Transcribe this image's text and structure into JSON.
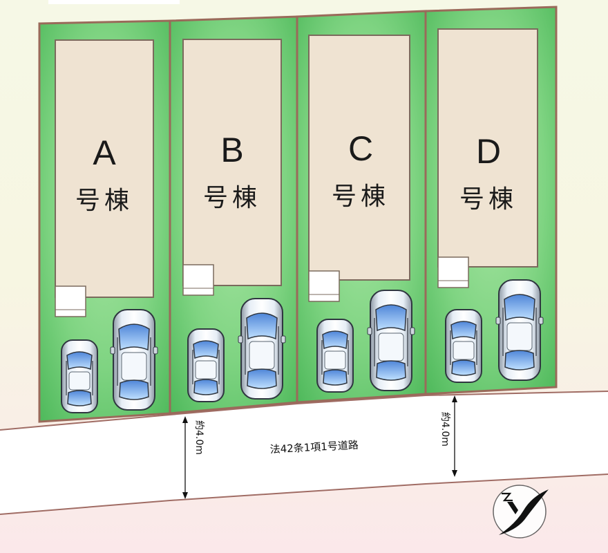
{
  "colors": {
    "lot_fill": "#62c66b",
    "lot_border": "#9a6a5a",
    "house_fill": "#efe3d2",
    "house_border": "#7a6a5c",
    "road_fill": "#ffffff"
  },
  "lots": [
    {
      "letter": "A",
      "suffix": "号棟"
    },
    {
      "letter": "B",
      "suffix": "号棟"
    },
    {
      "letter": "C",
      "suffix": "号棟"
    },
    {
      "letter": "D",
      "suffix": "号棟"
    }
  ],
  "road": {
    "label": "法42条1項1号道路",
    "width_left": "約4.0m",
    "width_right": "約4.0m"
  },
  "compass_icon": "north-arrow-icon"
}
